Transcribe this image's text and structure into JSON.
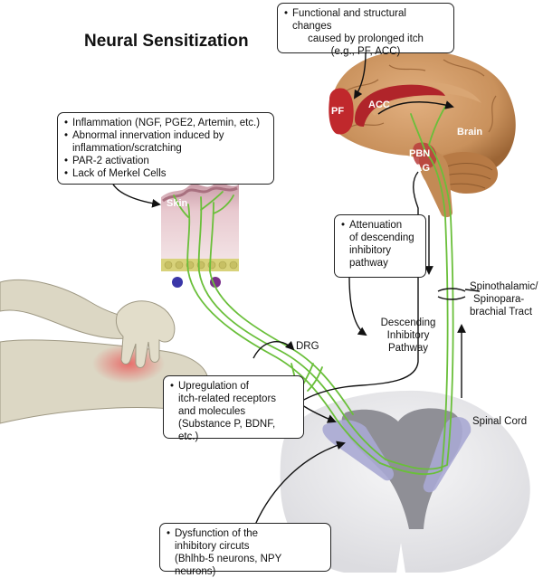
{
  "title": [
    "Neural",
    "Sensitization"
  ],
  "boxes": {
    "brain_changes": [
      "Functional and structural changes",
      "caused by prolonged itch",
      "(e.g., PF, ACC)"
    ],
    "skin_factors": [
      "Inflammation (NGF, PGE2, Artemin, etc.)",
      "Abnormal innervation induced by inflammation/scratching",
      "PAR-2 activation",
      "Lack of Merkel Cells"
    ],
    "attenuation": [
      "Attenuation",
      "of descending",
      "inhibitory",
      "pathway"
    ],
    "upregulation": [
      "Upregulation of",
      "itch-related receptors",
      "and molecules",
      "(Substance P, BDNF, etc.)"
    ],
    "dysfunction": [
      "Dysfunction of the",
      "inhibitory circuts",
      "(Bhlhb-5 neurons, NPY neurons)"
    ]
  },
  "labels": {
    "pf": "PF",
    "acc": "ACC",
    "brain": "Brain",
    "pbn": "PBN",
    "pag": "PAG",
    "skin": "Skin",
    "drg": "DRG",
    "descending": [
      "Descending",
      "Inhibitory",
      "Pathway"
    ],
    "tract": [
      "Spinothalamic/",
      "Spinopara-",
      "brachial Tract"
    ],
    "spinal_cord": [
      "Spinal",
      "Cord"
    ]
  },
  "colors": {
    "nerve": "#6abf3a",
    "brain": "#c9915c",
    "cerebellum": "#b77a45",
    "highlight_red": "#c0282c",
    "gray_matter": "#8c8c93",
    "white_matter": "#e9e9ec",
    "dorsal_horn": "#a9a9d3",
    "skin": "#e7c5cc",
    "arm": "#dcd7c4"
  }
}
